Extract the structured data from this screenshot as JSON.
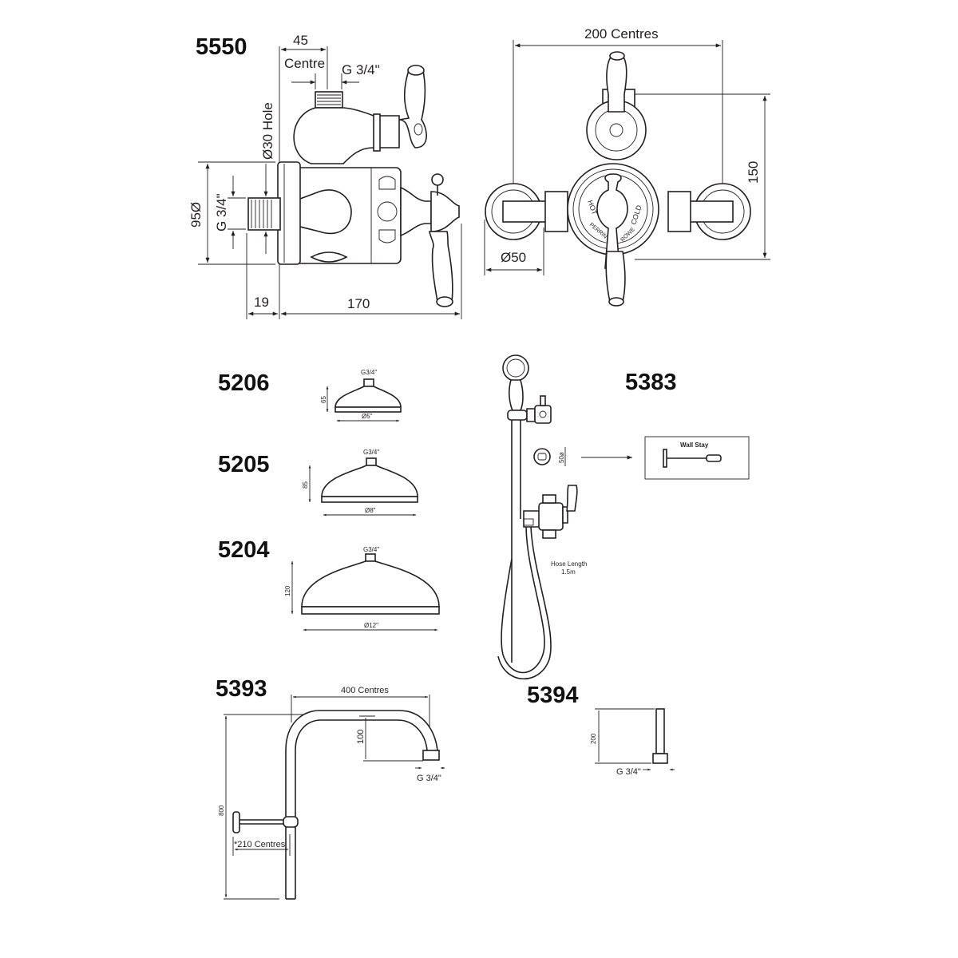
{
  "products": {
    "valve": {
      "code": "5550"
    },
    "head_5in": {
      "code": "5206"
    },
    "head_8in": {
      "code": "5205"
    },
    "head_12in": {
      "code": "5204"
    },
    "handset_kit": {
      "code": "5383"
    },
    "rigid_riser": {
      "code": "5393"
    },
    "arm": {
      "code": "5394"
    }
  },
  "valve_side": {
    "centre_value": "45",
    "centre_label": "Centre",
    "outlet_thread": "G 3/4\"",
    "hole": "Ø30 Hole",
    "plate_diameter": "95Ø",
    "inlet_thread": "G 3/4\"",
    "projection": "19",
    "depth": "170"
  },
  "valve_front": {
    "centres": "200 Centres",
    "height": "150",
    "inlet_diameter": "Ø50",
    "hot": "HOT",
    "cold": "COLD",
    "brand_left": "PERRIN",
    "brand_right": "ROWE"
  },
  "heads": [
    {
      "thread": "G3/4\"",
      "height": "65",
      "diameter": "Ø5\""
    },
    {
      "thread": "G3/4\"",
      "height": "85",
      "diameter": "Ø8\""
    },
    {
      "thread": "G3/4\"",
      "height": "120",
      "diameter": "Ø12\""
    }
  ],
  "handset": {
    "stay_diameter": "50ø",
    "wall_stay_label": "Wall Stay",
    "hose_label": "Hose Length",
    "hose_length": "1.5m"
  },
  "riser": {
    "centres": "400 Centres",
    "drop": "100",
    "thread": "G 3/4\"",
    "height": "800",
    "stay_centres": "*210 Centres"
  },
  "arm": {
    "length": "200",
    "thread": "G 3/4\""
  }
}
